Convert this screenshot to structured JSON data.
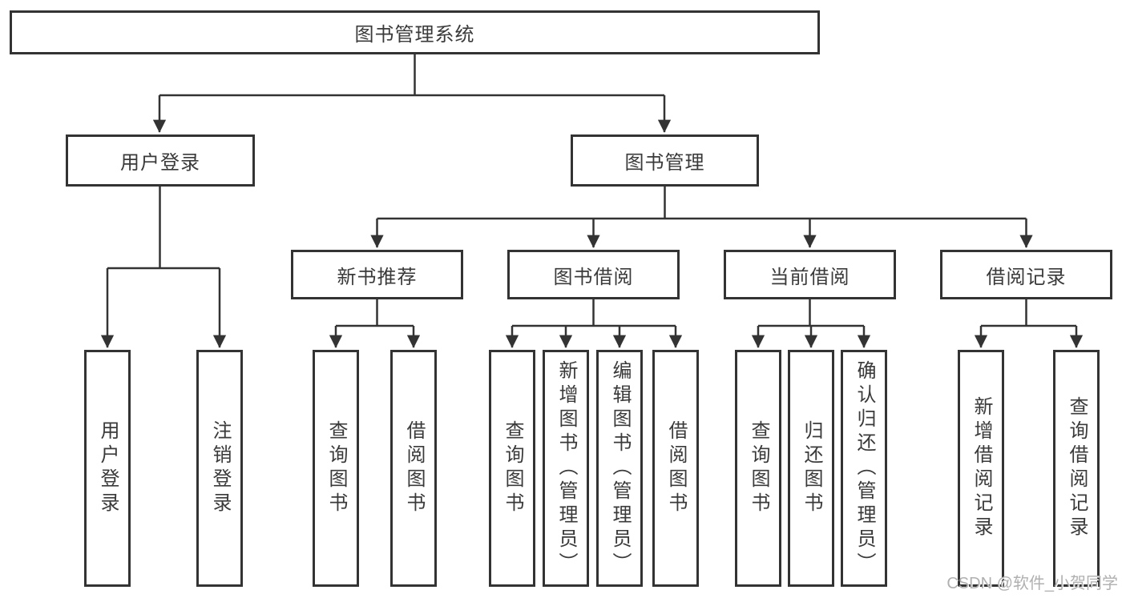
{
  "title": "图书管理系统",
  "nodes": {
    "root": {
      "label": "图书管理系统"
    },
    "user_login": {
      "label": "用户登录"
    },
    "book_management": {
      "label": "图书管理"
    },
    "new_book_recommend": {
      "label": "新书推荐"
    },
    "book_borrowing": {
      "label": "图书借阅"
    },
    "current_borrowing": {
      "label": "当前借阅"
    },
    "borrowing_records": {
      "label": "借阅记录"
    },
    "leaves": {
      "user_login_leaf": {
        "label": "用户登录"
      },
      "logout": {
        "label": "注销登录"
      },
      "nb_query_books": {
        "label": "查询图书"
      },
      "nb_borrow_books": {
        "label": "借阅图书"
      },
      "bb_query_books": {
        "label": "查询图书"
      },
      "bb_add_books": {
        "label": "新增图书（管理员）"
      },
      "bb_edit_books": {
        "label": "编辑图书（管理员）"
      },
      "bb_borrow_books": {
        "label": "借阅图书"
      },
      "cb_query_books": {
        "label": "查询图书"
      },
      "cb_return_books": {
        "label": "归还图书"
      },
      "cb_confirm_return": {
        "label": "确认归还（管理员）"
      },
      "br_add_record": {
        "label": "新增借阅记录"
      },
      "br_query_record": {
        "label": "查询借阅记录"
      }
    }
  },
  "watermark": {
    "text": "CSDN @软件_小贺同学"
  },
  "colors": {
    "line": "#333333",
    "text": "#3a3a3a",
    "watermark": "#b0b0b0",
    "background": "#ffffff"
  }
}
